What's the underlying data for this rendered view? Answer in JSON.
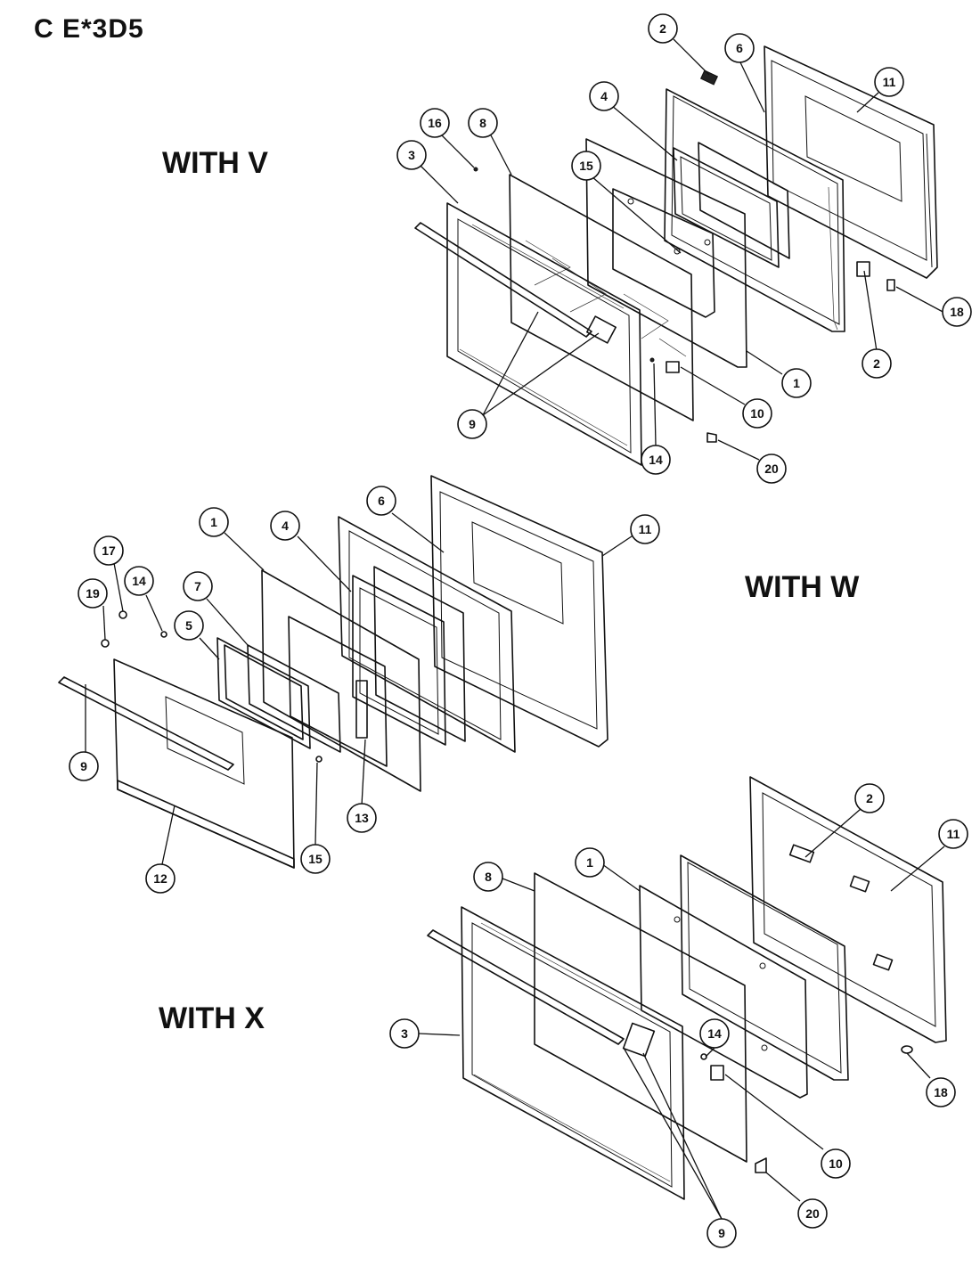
{
  "title": "C  E*3D5",
  "sections": {
    "v": {
      "label": "WITH V"
    },
    "w": {
      "label": "WITH W"
    },
    "x": {
      "label": "WITH X"
    }
  },
  "callouts": {
    "v": [
      "2",
      "6",
      "11",
      "4",
      "16",
      "8",
      "3",
      "15",
      "18",
      "2",
      "1",
      "10",
      "9",
      "14",
      "20"
    ],
    "w": [
      "1",
      "4",
      "6",
      "11",
      "17",
      "14",
      "7",
      "19",
      "5",
      "9",
      "13",
      "15",
      "12"
    ],
    "x": [
      "2",
      "11",
      "8",
      "1",
      "3",
      "14",
      "18",
      "10",
      "20",
      "9"
    ]
  }
}
